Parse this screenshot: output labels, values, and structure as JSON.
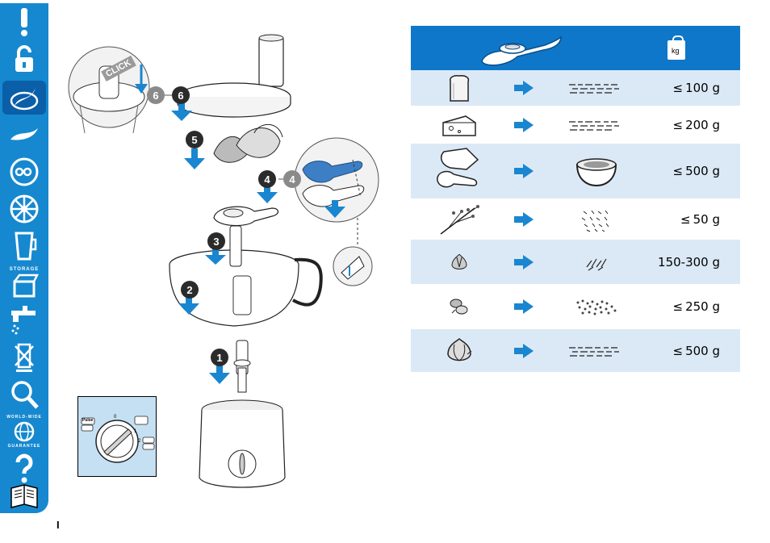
{
  "sidebar": {
    "tabs": [
      {
        "name": "warning-icon"
      },
      {
        "name": "lock-icon"
      },
      {
        "name": "chopping-blade-icon",
        "active": true
      },
      {
        "name": "kneading-tool-icon"
      },
      {
        "name": "disc-icon"
      },
      {
        "name": "rotary-disc-icon"
      },
      {
        "name": "blender-jug-icon"
      },
      {
        "name": "storage-box-icon",
        "label": "STORAGE"
      },
      {
        "name": "tap-cleaning-icon"
      },
      {
        "name": "disposal-bin-icon"
      },
      {
        "name": "magnifier-icon"
      },
      {
        "name": "guarantee-globe-icon",
        "label_top": "WORLD-WIDE",
        "label_bottom": "GUARANTEE"
      },
      {
        "name": "question-mark-icon"
      },
      {
        "name": "manual-book-icon"
      }
    ]
  },
  "page_number": "I",
  "illustration": {
    "click_label": "CLICK",
    "steps": [
      "6",
      "6",
      "5",
      "4",
      "4",
      "3",
      "2",
      "1"
    ]
  },
  "dial": {
    "pulse_label": "Pulse",
    "pos0": "0",
    "pos1": "1",
    "pos2": "2"
  },
  "table": {
    "header_weight_label": "kg",
    "rows": [
      {
        "item": "bread-icon",
        "result": "crumbs-icon",
        "leq": "≤",
        "qty": "100 g",
        "shaded": true
      },
      {
        "item": "cheese-icon",
        "result": "crumbs-icon",
        "leq": "≤",
        "qty": "200 g",
        "shaded": false
      },
      {
        "item": "meat-icon",
        "result": "bowl-icon",
        "leq": "≤",
        "qty": "500 g",
        "shaded": true
      },
      {
        "item": "herbs-icon",
        "result": "chopped-herbs-icon",
        "leq": "≤",
        "qty": "50 g",
        "shaded": false
      },
      {
        "item": "onion-small-icon",
        "result": "pieces-icon",
        "leq": "",
        "qty": "150-300 g",
        "shaded": true
      },
      {
        "item": "nuts-icon",
        "result": "nut-pieces-icon",
        "leq": "≤",
        "qty": "250 g",
        "shaded": false
      },
      {
        "item": "onion-icon",
        "result": "crumbs-icon",
        "leq": "≤",
        "qty": "500 g",
        "shaded": true
      }
    ]
  },
  "colors": {
    "brand_blue": "#1688cf",
    "header_blue": "#0e77c9",
    "row_shade": "#dbe9f6",
    "arrow_blue": "#1a86d0"
  }
}
